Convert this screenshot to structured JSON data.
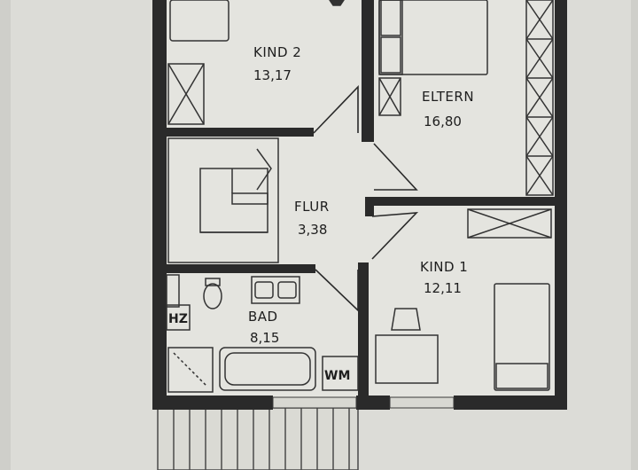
{
  "rooms": {
    "kind2": {
      "name": "KIND 2",
      "area": "13,17"
    },
    "eltern": {
      "name": "ELTERN",
      "area": "16,80"
    },
    "flur": {
      "name": "FLUR",
      "area": "3,38"
    },
    "kind1": {
      "name": "KIND 1",
      "area": "12,11"
    },
    "bad": {
      "name": "BAD",
      "area": "8,15"
    }
  },
  "fixtures": {
    "heating_label": "HZ",
    "washing_machine_label": "WM"
  },
  "colors": {
    "wall": "#2a2a2a",
    "paper": "#e6e6e2",
    "background": "#cfcfca",
    "line": "#3a3a3a"
  }
}
